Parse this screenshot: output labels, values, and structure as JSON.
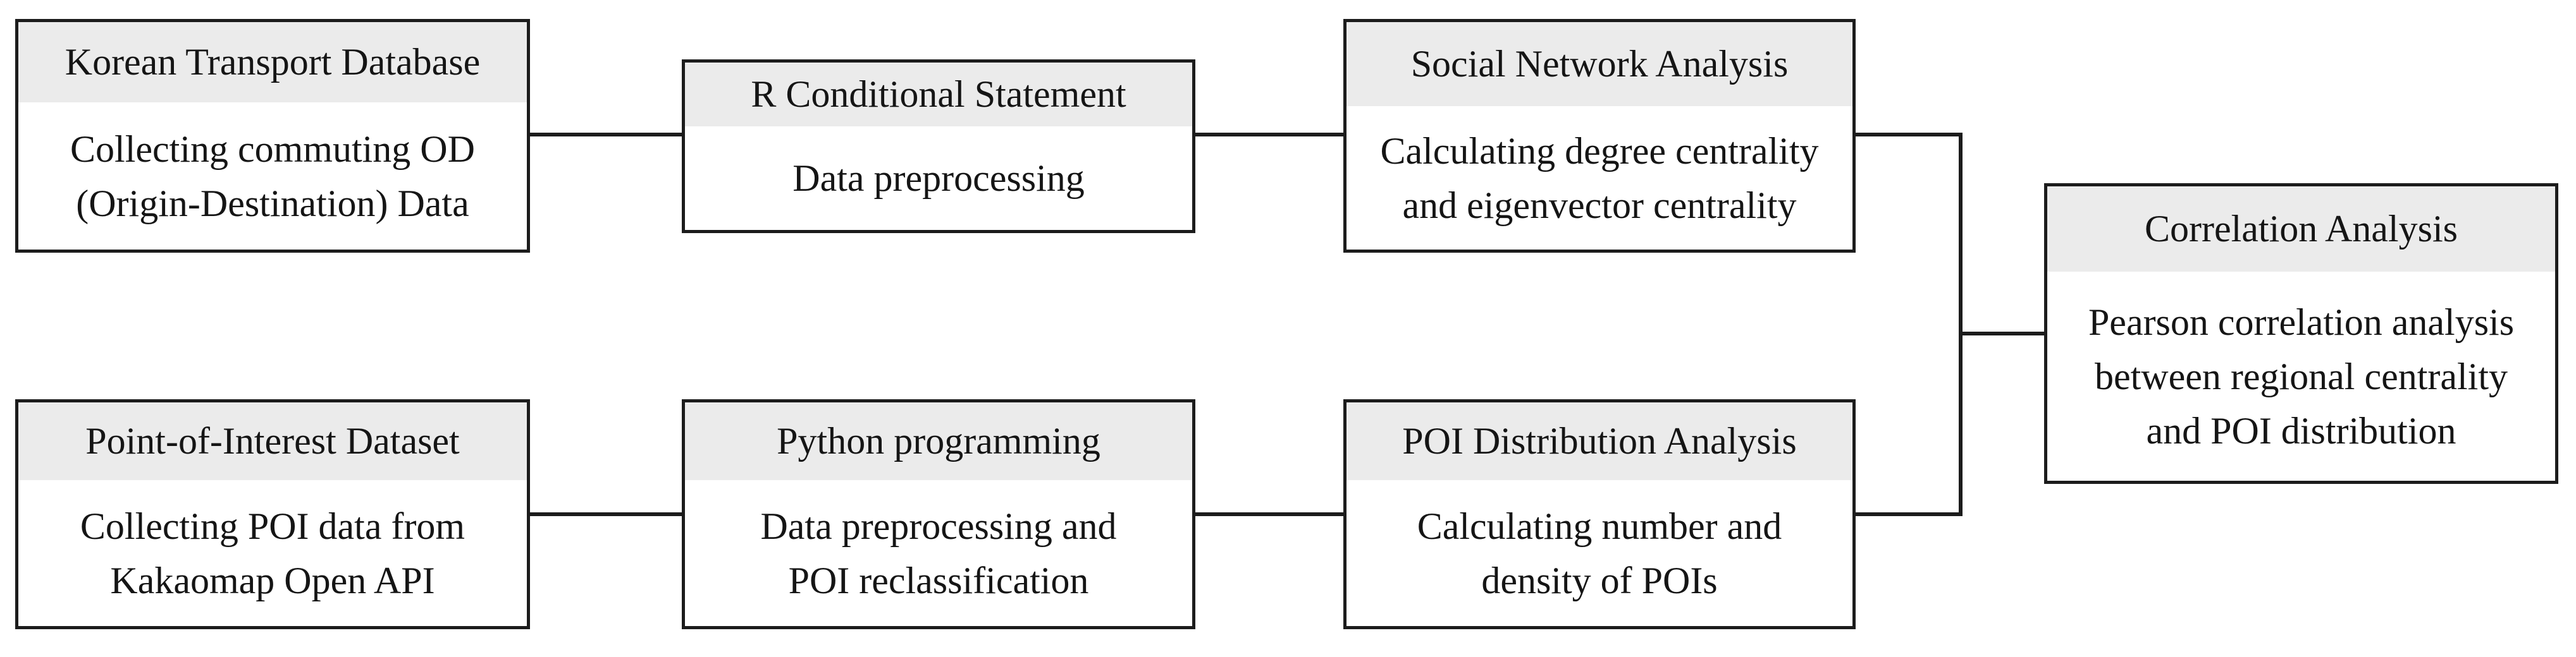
{
  "colors": {
    "background": "#ffffff",
    "border": "#1c1c1c",
    "header_fill": "#ebebeb",
    "text": "#151515",
    "connector": "#1c1c1c"
  },
  "nodes": {
    "korean_transport_database": {
      "header": "Korean Transport Database",
      "body": "Collecting commuting OD\n(Origin-Destination) Data"
    },
    "r_conditional_statement": {
      "header": "R Conditional Statement",
      "body": "Data preprocessing"
    },
    "social_network_analysis": {
      "header": "Social Network Analysis",
      "body": "Calculating degree centrality\nand eigenvector centrality"
    },
    "point_of_interest_dataset": {
      "header": "Point-of-Interest Dataset",
      "body": "Collecting POI data from\nKakaomap Open API"
    },
    "python_programming": {
      "header": "Python programming",
      "body": "Data preprocessing and\nPOI reclassification"
    },
    "poi_distribution_analysis": {
      "header": "POI Distribution Analysis",
      "body": "Calculating number and\ndensity of POIs"
    },
    "correlation_analysis": {
      "header": "Correlation Analysis",
      "body": "Pearson correlation analysis\nbetween regional centrality\nand POI distribution"
    }
  },
  "connections": [
    {
      "from": "korean_transport_database",
      "to": "r_conditional_statement"
    },
    {
      "from": "r_conditional_statement",
      "to": "social_network_analysis"
    },
    {
      "from": "social_network_analysis",
      "to": "correlation_analysis"
    },
    {
      "from": "point_of_interest_dataset",
      "to": "python_programming"
    },
    {
      "from": "python_programming",
      "to": "poi_distribution_analysis"
    },
    {
      "from": "poi_distribution_analysis",
      "to": "correlation_analysis"
    }
  ]
}
